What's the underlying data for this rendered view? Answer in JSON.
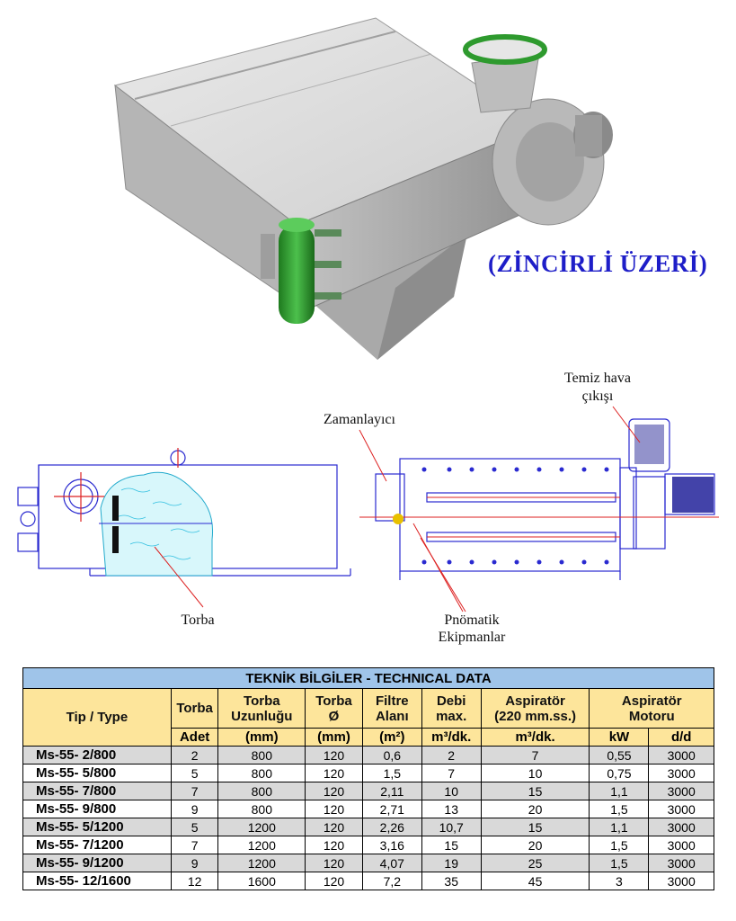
{
  "subtitle": "(ZİNCİRLİ ÜZERİ)",
  "drawing_labels": {
    "temiz_hava": "Temiz hava",
    "cikisi": "çıkışı",
    "zamanlayici": "Zamanlayıcı",
    "torba": "Torba",
    "pnomatik": "Pnömatik",
    "ekipmanlar": "Ekipmanlar"
  },
  "table": {
    "title": "TEKNİK BİLGİLER - TECHNICAL DATA",
    "headers": {
      "tip": "Tip / Type",
      "torba": "Torba",
      "torba_uzunlugu_1": "Torba",
      "torba_uzunlugu_2": "Uzunluğu",
      "torba_cap_1": "Torba",
      "torba_cap_2": "Ø",
      "filtre_1": "Filtre",
      "filtre_2": "Alanı",
      "debi_1": "Debi",
      "debi_2": "max.",
      "aspirator_1": "Aspiratör",
      "aspirator_2": "(220 mm.ss.)",
      "motor_1": "Aspiratör",
      "motor_2": "Motoru"
    },
    "units": [
      "Adet",
      "(mm)",
      "(mm)",
      "(m²)",
      "m³/dk.",
      "m³/dk.",
      "kW",
      "d/d"
    ],
    "rows": [
      {
        "name": "Ms-55- 2/800",
        "cells": [
          "2",
          "800",
          "120",
          "0,6",
          "2",
          "7",
          "0,55",
          "3000"
        ]
      },
      {
        "name": "Ms-55- 5/800",
        "cells": [
          "5",
          "800",
          "120",
          "1,5",
          "7",
          "10",
          "0,75",
          "3000"
        ]
      },
      {
        "name": "Ms-55- 7/800",
        "cells": [
          "7",
          "800",
          "120",
          "2,11",
          "10",
          "15",
          "1,1",
          "3000"
        ]
      },
      {
        "name": "Ms-55- 9/800",
        "cells": [
          "9",
          "800",
          "120",
          "2,71",
          "13",
          "20",
          "1,5",
          "3000"
        ]
      },
      {
        "name": "Ms-55- 5/1200",
        "cells": [
          "5",
          "1200",
          "120",
          "2,26",
          "10,7",
          "15",
          "1,1",
          "3000"
        ]
      },
      {
        "name": "Ms-55- 7/1200",
        "cells": [
          "7",
          "1200",
          "120",
          "3,16",
          "15",
          "20",
          "1,5",
          "3000"
        ]
      },
      {
        "name": "Ms-55- 9/1200",
        "cells": [
          "9",
          "1200",
          "120",
          "4,07",
          "19",
          "25",
          "1,5",
          "3000"
        ]
      },
      {
        "name": "Ms-55- 12/1600",
        "cells": [
          "12",
          "1600",
          "120",
          "7,2",
          "35",
          "45",
          "3",
          "3000"
        ]
      }
    ]
  }
}
